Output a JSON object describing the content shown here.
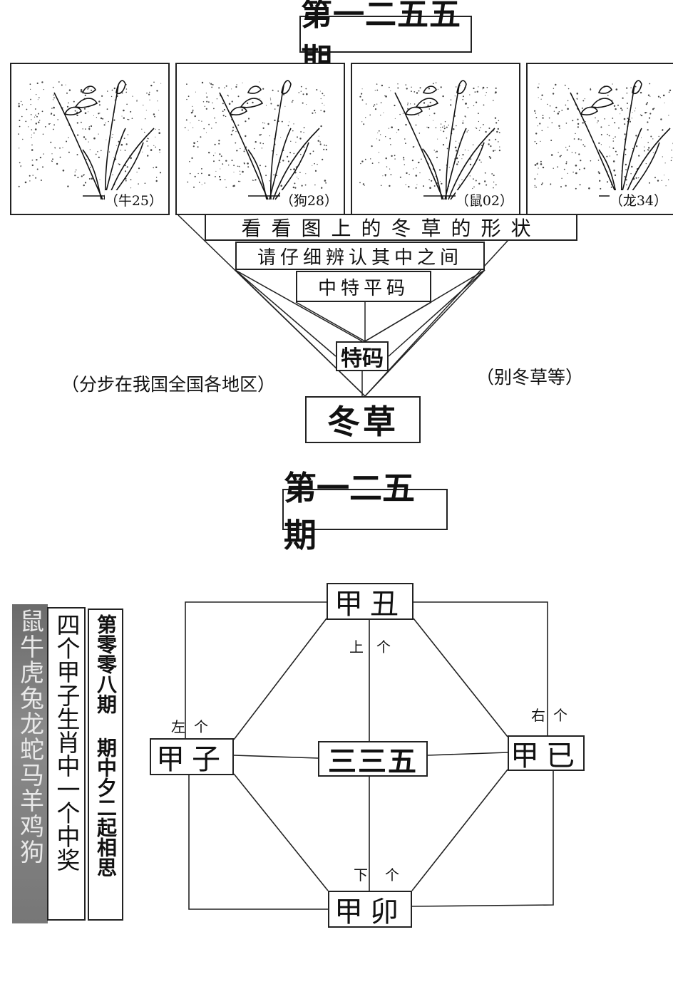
{
  "top": {
    "title": "第一二五五期",
    "frames": [
      {
        "label": "（牛25）"
      },
      {
        "label": "（狗28）"
      },
      {
        "label": "（鼠02）"
      },
      {
        "label": "（龙34）"
      }
    ],
    "line1": "看看图上的冬草的形状",
    "line2": "请仔细辨认其中之间",
    "line3": "中特平码",
    "tema": "特码",
    "answer": "冬草",
    "note_left": "（分步在我国全国各地区）",
    "note_right": "（别冬草等）"
  },
  "bottom": {
    "title": "第一二五期",
    "nodes": {
      "top": "甲丑",
      "left": "甲子",
      "right": "甲已",
      "bottom": "甲卯",
      "center": "三三五"
    },
    "labels": {
      "top_a": "上",
      "top_b": "个",
      "left_a": "左",
      "left_b": "个",
      "right_a": "右",
      "right_b": "个",
      "bottom_a": "下",
      "bottom_b": "个"
    },
    "zodiac_column": "鼠牛虎兔龙蛇马羊鸡狗",
    "hint_column": "四个甲子生肖中一个中奖",
    "issue_column": "第零零八期 期中夕二起相思"
  }
}
